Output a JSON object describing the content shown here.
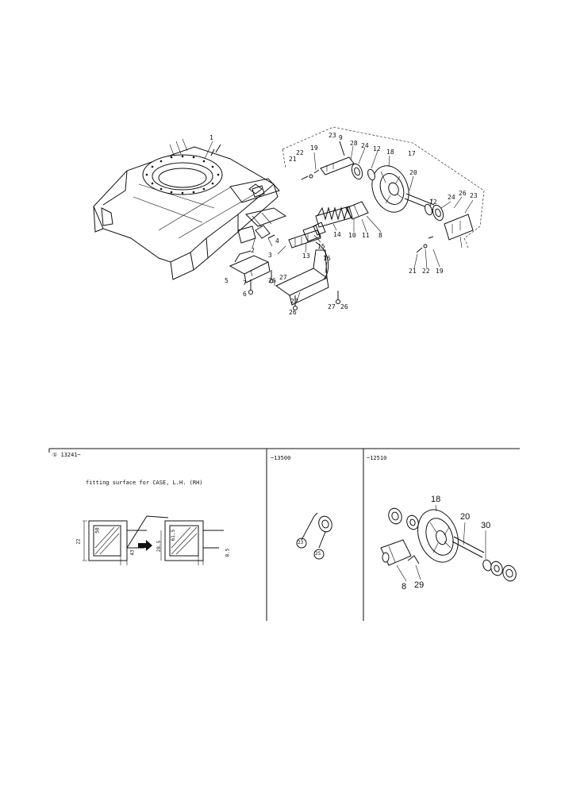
{
  "main_diagram": {
    "callouts": [
      "1",
      "2",
      "3",
      "4",
      "5",
      "6",
      "7",
      "8",
      "9",
      "10",
      "11",
      "12",
      "13",
      "14",
      "15",
      "16",
      "17",
      "18",
      "19",
      "20",
      "21",
      "22",
      "23",
      "24",
      "26",
      "27",
      "28",
      "12",
      "19",
      "21",
      "22",
      "23",
      "24",
      "26",
      "27",
      "26",
      "27",
      "26"
    ]
  },
  "panels": [
    {
      "title": "① 13241~",
      "note": "fitting surface for CASE, L.H. (RH)",
      "dims": [
        "22",
        "50",
        "43",
        "28.5",
        "61.5",
        "8.5"
      ]
    },
    {
      "title": "~13500",
      "callouts": [
        "23",
        "25"
      ]
    },
    {
      "title": "~12510",
      "callouts": [
        "18",
        "20",
        "30",
        "8",
        "29"
      ]
    }
  ]
}
